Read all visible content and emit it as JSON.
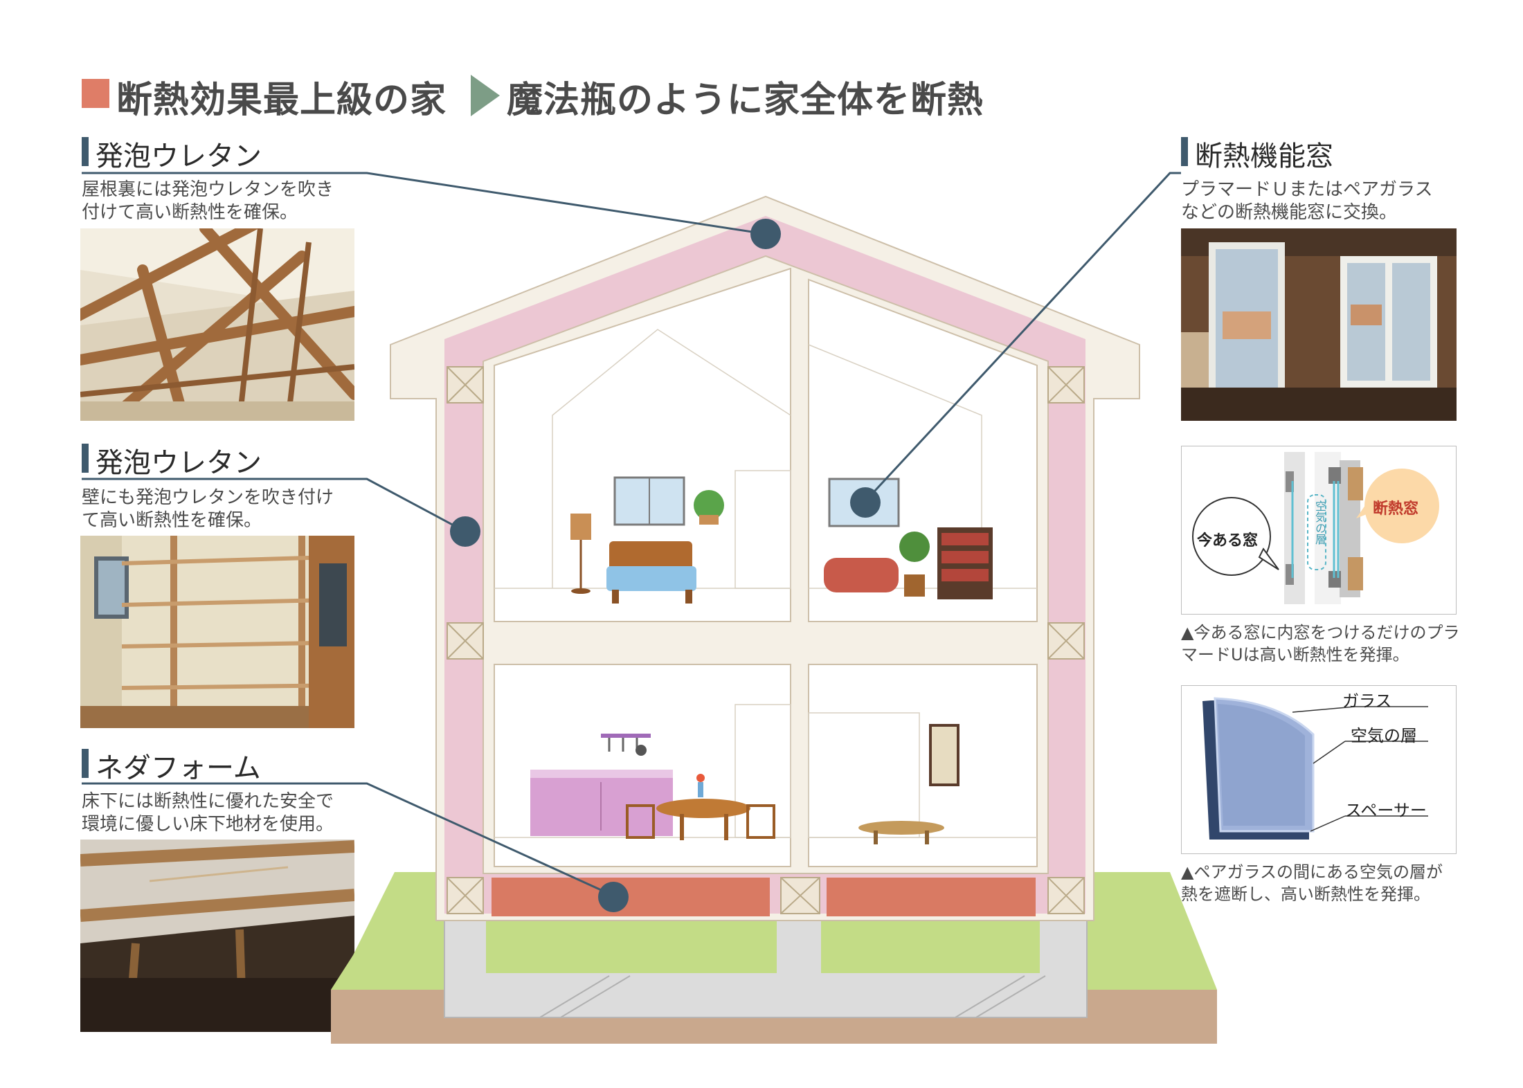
{
  "title": {
    "left": "断熱効果最上級の家",
    "right": "魔法瓶のように家全体を断熱"
  },
  "colors": {
    "title_square": "#df7d67",
    "arrow": "#7d9d86",
    "section_bar": "#3f5a6d",
    "insulation_pink": "#ecc7d3",
    "floor_insulation": "#d97a63",
    "ground_green": "#c3dc86",
    "soil": "#c9a88d",
    "callout_line": "#3f5a6d",
    "danetsu_window_bubble": "#fcd9a8"
  },
  "sections": [
    {
      "heading": "発泡ウレタン",
      "text_line1": "屋根裏には発泡ウレタンを吹き",
      "text_line2": "付けて高い断熱性を確保。"
    },
    {
      "heading": "発泡ウレタン",
      "text_line1": "壁にも発泡ウレタンを吹き付け",
      "text_line2": "て高い断熱性を確保。"
    },
    {
      "heading": "ネダフォーム",
      "text_line1": "床下には断熱性に優れた安全で",
      "text_line2": "環境に優しい床下地材を使用。"
    },
    {
      "heading": "断熱機能窓",
      "text_line1": "プラマードＵまたはペアガラス",
      "text_line2": "などの断熱機能窓に交換。"
    }
  ],
  "window_diagram": {
    "existing_window": "今ある窓",
    "air_layer": "空気の層",
    "insulated_window": "断熱窓",
    "caption_line1": "▲今ある窓に内窓をつけるだけのプラ",
    "caption_line2": "マードUは高い断熱性を発揮。"
  },
  "glass_diagram": {
    "glass": "ガラス",
    "air_layer": "空気の層",
    "spacer": "スペーサー",
    "caption_line1": "▲ペアガラスの間にある空気の層が",
    "caption_line2": "熱を遮断し、高い断熱性を発揮。"
  }
}
